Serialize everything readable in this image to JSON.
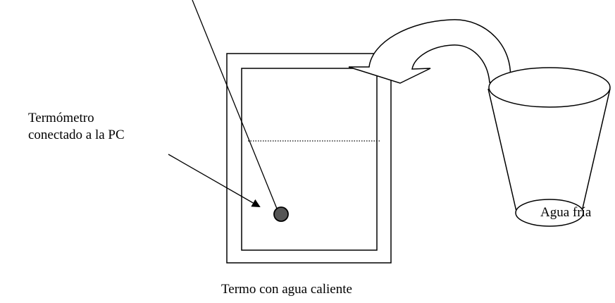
{
  "labels": {
    "thermometer_line1": "Termómetro",
    "thermometer_line2": "conectado a la PC",
    "cold_water": "Agua fría",
    "caption": "Termo con agua caliente"
  },
  "colors": {
    "lines": "#000000",
    "thermometer_probe": "#555555",
    "background": "#ffffff"
  }
}
